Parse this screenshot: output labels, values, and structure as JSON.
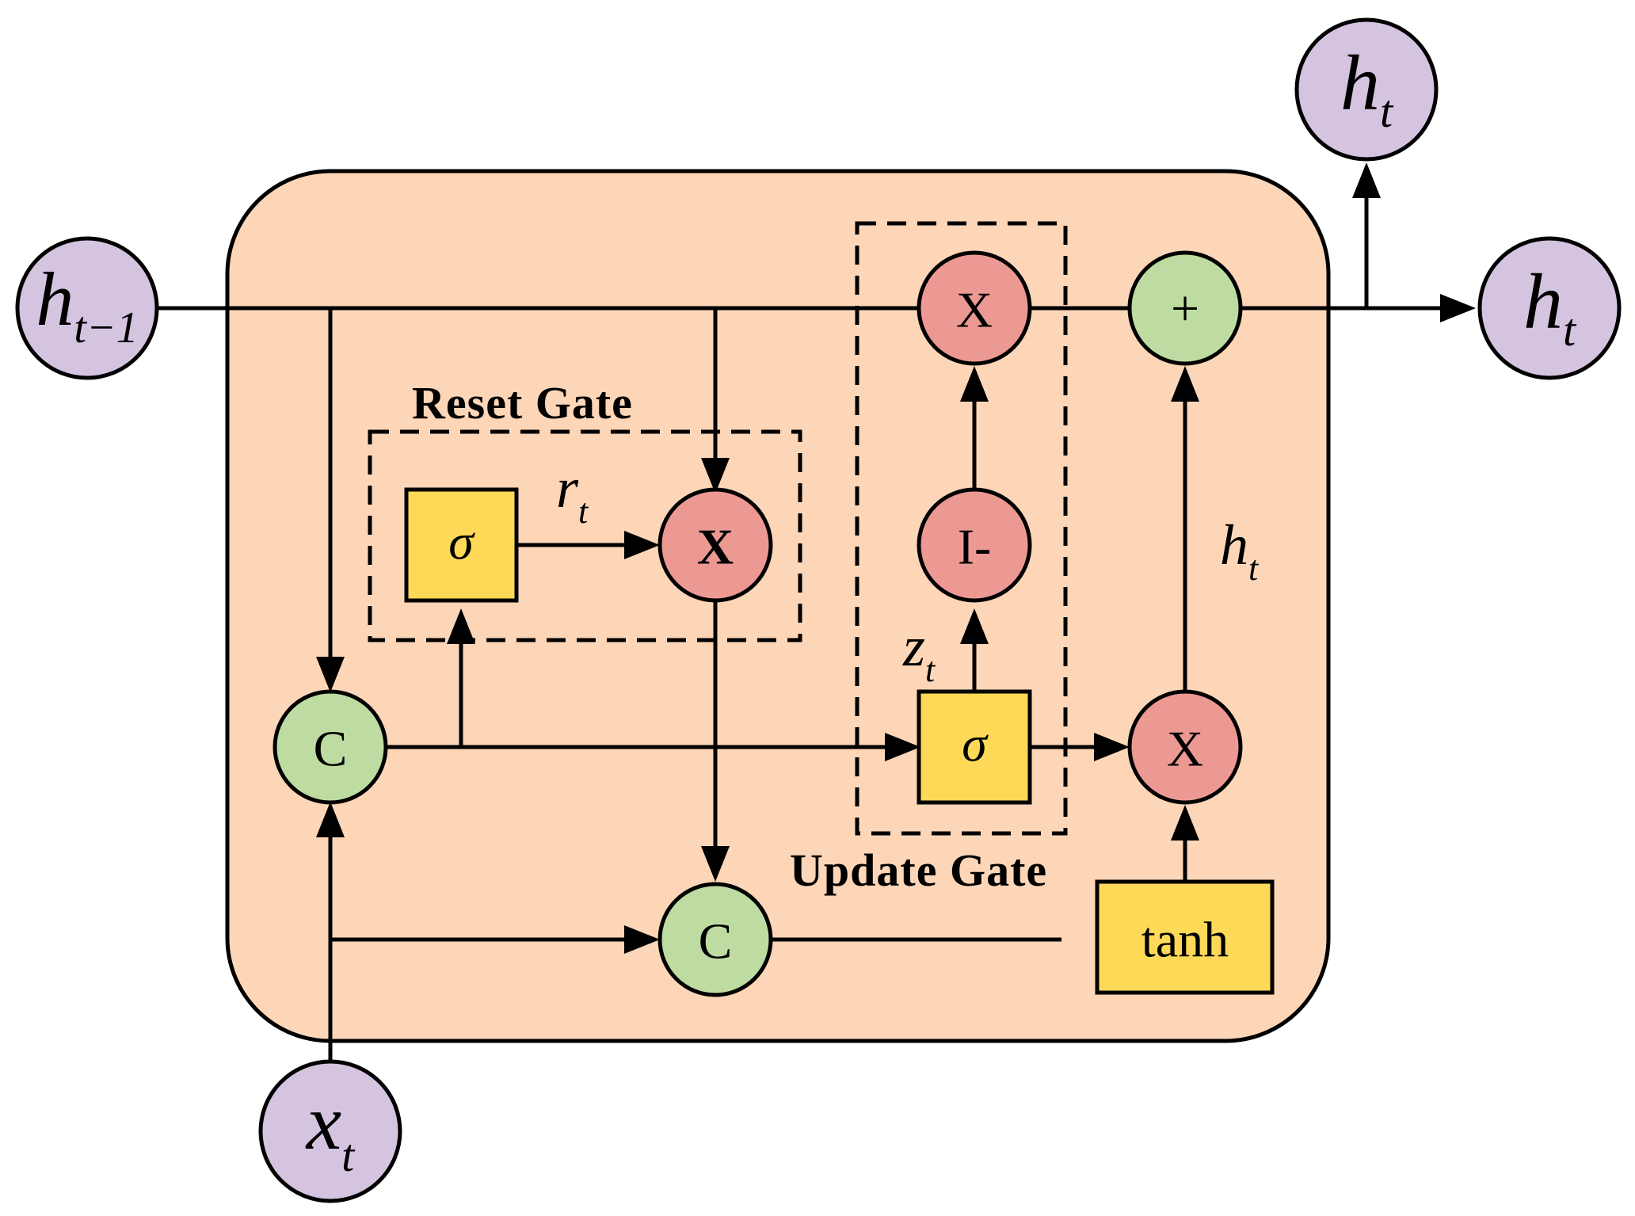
{
  "labels": {
    "reset_gate": "Reset Gate",
    "update_gate": "Update Gate"
  },
  "nodes": {
    "h_prev": {
      "main": "h",
      "sub": "t−1"
    },
    "h_out_top": {
      "main": "h",
      "sub": "t"
    },
    "h_out_right": {
      "main": "h",
      "sub": "t"
    },
    "x_in": {
      "main": "x",
      "sub": "t"
    },
    "concat_1": "C",
    "concat_2": "C",
    "sigma_reset": "σ",
    "sigma_update": "σ",
    "mul_reset": "X",
    "mul_top": "X",
    "mul_update": "X",
    "one_minus": "I-",
    "add": "+",
    "tanh": "tanh"
  },
  "annotations": {
    "r": {
      "main": "r",
      "sub": "t"
    },
    "z": {
      "main": "z",
      "sub": "t"
    },
    "h": {
      "main": "h",
      "sub": "t"
    }
  },
  "colors": {
    "cell_bg": "#fdd6b8",
    "input_output": "#d4c4e0",
    "concat_add": "#bedca1",
    "multiply": "#ec9994",
    "activation": "#fdd957"
  }
}
